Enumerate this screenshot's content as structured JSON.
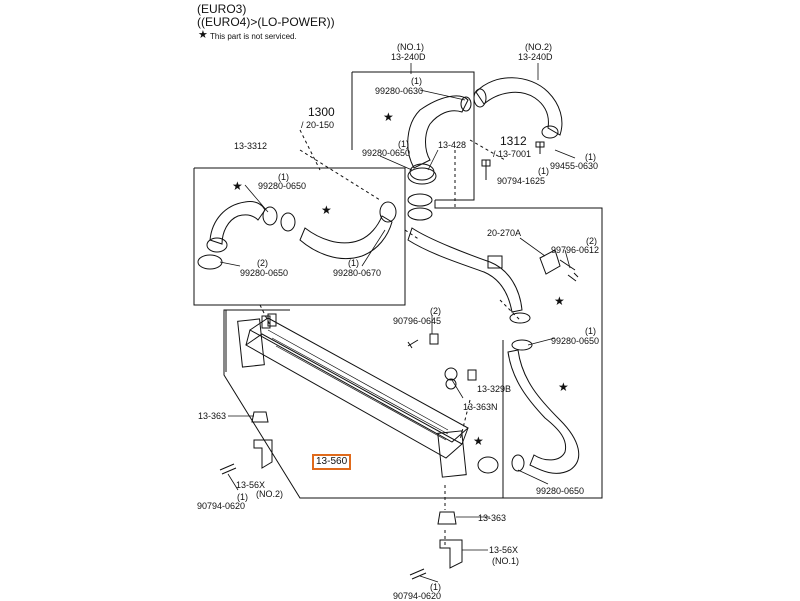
{
  "header": {
    "line1": "(EURO3)",
    "line2": "((EURO4)>(LO-POWER))",
    "note_star": "★",
    "note_text": "This part is not serviced."
  },
  "refs": {
    "ref_1300_num": "1300",
    "ref_1300_sub": "/ 20-150",
    "ref_1312_num": "1312",
    "ref_1312_sub": "/ 13-7001"
  },
  "labels": {
    "no1": "(NO.1)",
    "p13_240D_a": "13-240D",
    "no2": "(NO.2)",
    "p13_240D_b": "13-240D",
    "q1_a": "(1)",
    "p99280_0630": "99280-0630",
    "p13_428": "13-428",
    "q1_b": "(1)",
    "p99280_0650_a": "99280-0650",
    "q1_c": "(1)",
    "p99455_0630": "99455-0630",
    "q1_d": "(1)",
    "p90794_1625": "90794-1625",
    "p13_3312": "13-3312",
    "q1_e": "(1)",
    "p99280_0650_b": "99280-0650",
    "q2_a": "(2)",
    "p99280_0650_c": "99280-0650",
    "q1_f": "(1)",
    "p99280_0670": "99280-0670",
    "p20_270A": "20-270A",
    "q2_b": "(2)",
    "p99796_0612": "99796-0612",
    "q2_c": "(2)",
    "p90796_0645": "90796-0645",
    "q1_g": "(1)",
    "p99280_0650_d": "99280-0650",
    "p13_329B": "13-329B",
    "p13_363N": "13-363N",
    "p13_363_a": "13-363",
    "p13_560": "13-560",
    "p13_56X_a": "13-56X",
    "no2_b": "(NO.2)",
    "q1_h": "(1)",
    "p90794_0620_a": "90794-0620",
    "p99280_0650_e": "99280-0650",
    "p13_363_b": "13-363",
    "p13_56X_b": "13-56X",
    "no1_b": "(NO.1)",
    "q1_i": "(1)",
    "p90794_0620_b": "90794-0620"
  },
  "colors": {
    "line": "#111111",
    "highlight": "#e06a1b"
  }
}
